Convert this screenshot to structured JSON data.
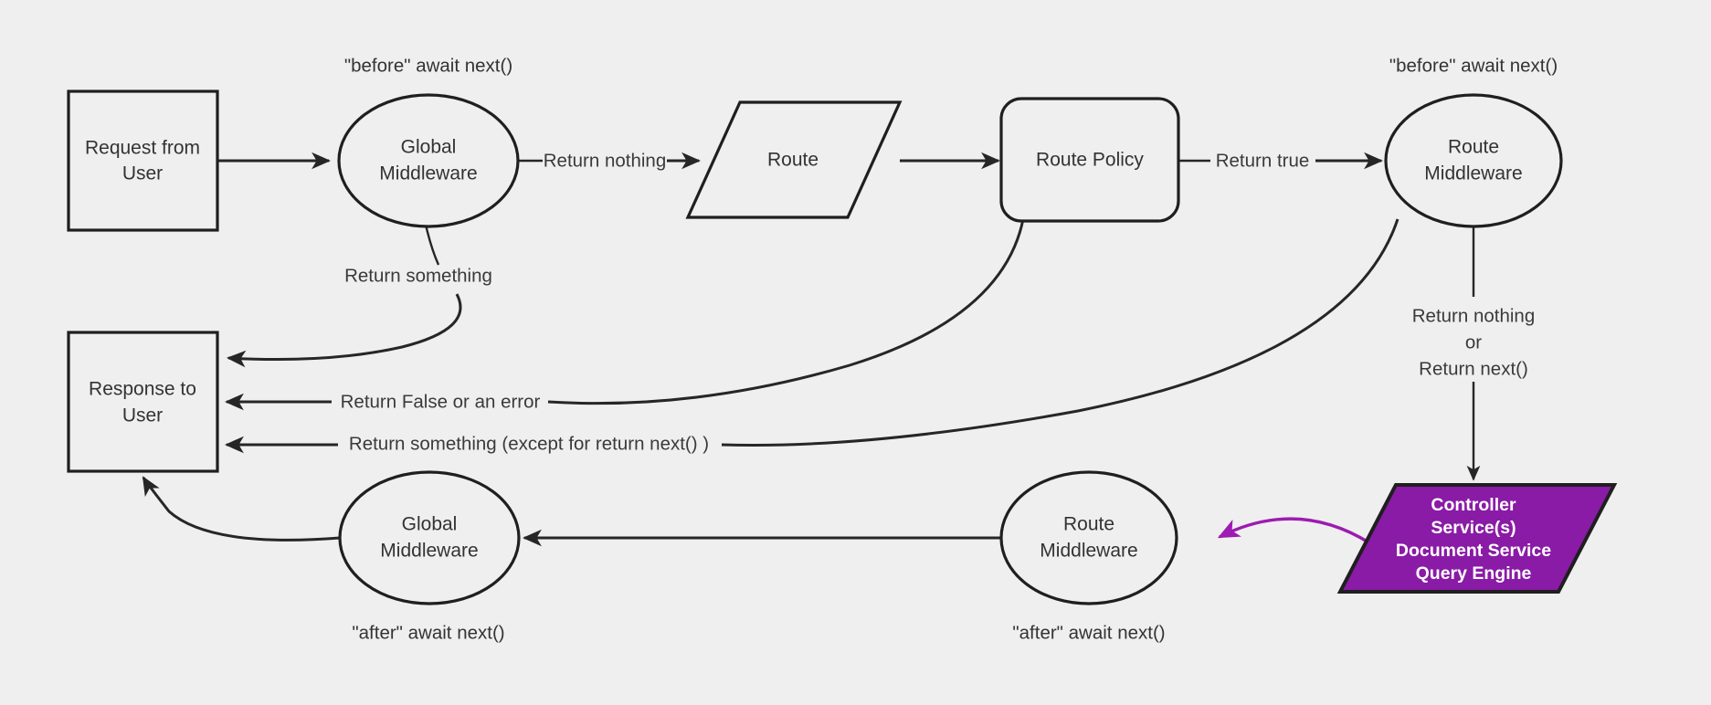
{
  "diagram": {
    "background_color": "#efefef",
    "stroke_color": "#262626",
    "text_color": "#333333",
    "accent_color": "#8a1ba6",
    "nodes": {
      "request_from_user": {
        "line1": "Request from",
        "line2": "User"
      },
      "global_middleware_top": {
        "line1": "Global",
        "line2": "Middleware"
      },
      "route": {
        "line1": "Route"
      },
      "route_policy": {
        "line1": "Route Policy"
      },
      "route_middleware_top": {
        "line1": "Route",
        "line2": "Middleware"
      },
      "response_to_user": {
        "line1": "Response to",
        "line2": "User"
      },
      "global_middleware_bottom": {
        "line1": "Global",
        "line2": "Middleware"
      },
      "route_middleware_bottom": {
        "line1": "Route",
        "line2": "Middleware"
      },
      "controller_services": {
        "line1": "Controller",
        "line2": "Service(s)",
        "line3": "Document Service",
        "line4": "Query Engine"
      }
    },
    "edge_labels": {
      "return_nothing": "Return nothing",
      "return_true": "Return true",
      "return_something": "Return something",
      "return_false_or_error": "Return False or an error",
      "return_something_except_next": "Return something (except for return next() )",
      "return_nothing_or_next_l1": "Return nothing",
      "return_nothing_or_next_l2": "or",
      "return_nothing_or_next_l3": "Return next()"
    },
    "annotations": {
      "before_await_next_global": "\"before\" await next()",
      "before_await_next_route": "\"before\" await next()",
      "after_await_next_global": "\"after\" await next()",
      "after_await_next_route": "\"after\" await next()"
    }
  }
}
